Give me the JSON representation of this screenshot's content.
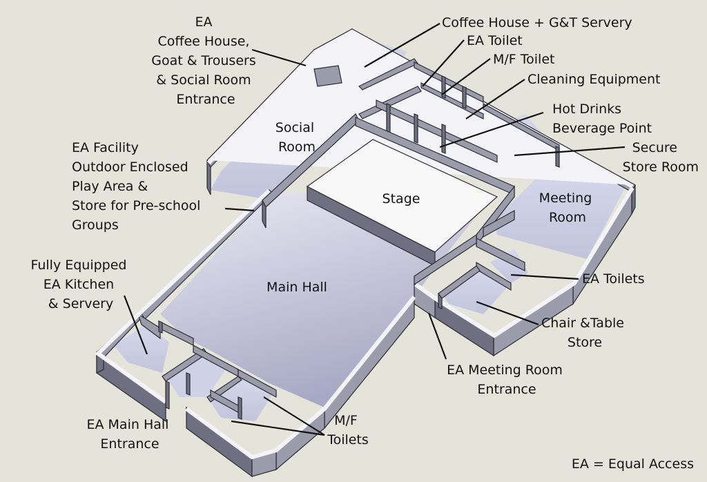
{
  "colors": {
    "background": "#e4e4da",
    "floor": "#c8cae0",
    "floor_light": "#e8e8f2",
    "wall_face": "#9a9cac",
    "wall_top": "#f4f4f8",
    "stage": "#f8f8f8",
    "text": "#111111"
  },
  "rooms": {
    "social_room": [
      "Social",
      "Room"
    ],
    "stage": "Stage",
    "meeting_room": [
      "Meeting",
      "Room"
    ],
    "main_hall": "Main Hall"
  },
  "callouts": {
    "coffee_house_entrance": [
      "EA",
      "Coffee House,",
      "Goat & Trousers",
      "& Social Room",
      "Entrance"
    ],
    "coffee_house_servery": "Coffee House + G&T Servery",
    "ea_toilet": "EA Toilet",
    "mf_toilet": "M/F Toilet",
    "cleaning_equipment": "Cleaning Equipment",
    "hot_drinks": [
      "Hot Drinks",
      "Beverage Point"
    ],
    "secure_store": [
      "Secure",
      "Store Room"
    ],
    "play_area": [
      "EA Facility",
      "Outdoor Enclosed",
      "Play Area &",
      "Store for Pre-school",
      "Groups"
    ],
    "kitchen": [
      "Fully Equipped",
      "EA Kitchen",
      "& Servery"
    ],
    "ea_toilets": "EA Toilets",
    "chair_table_store": [
      "Chair &Table",
      "Store"
    ],
    "meeting_room_entrance": [
      "EA Meeting Room",
      "Entrance"
    ],
    "main_hall_entrance": [
      "EA Main Hall",
      "Entrance"
    ],
    "mf_toilets": [
      "M/F",
      "Toilets"
    ]
  },
  "legend": "EA = Equal Access"
}
